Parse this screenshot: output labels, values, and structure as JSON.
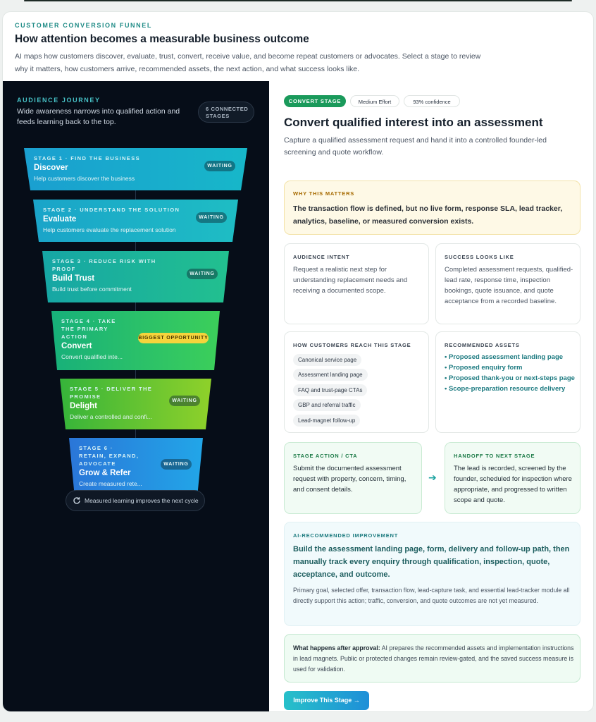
{
  "header": {
    "eyebrow": "CUSTOMER CONVERSION FUNNEL",
    "title": "How attention becomes a measurable business outcome",
    "description": "AI maps how customers discover, evaluate, trust, convert, receive value, and become repeat customers or advocates. Select a stage to review why it matters, how customers arrive, recommended assets, the next action, and what success looks like."
  },
  "journey": {
    "eyebrow": "AUDIENCE JOURNEY",
    "description": "Wide awareness narrows into qualified action and feeds learning back to the top.",
    "connected_pill": "6 CONNECTED STAGES",
    "stages": [
      {
        "label": "STAGE 1 · FIND THE BUSINESS",
        "name": "Discover",
        "sub": "Help customers discover the business",
        "badge": "WAITING",
        "color_from": "#1a9fd0",
        "color_to": "#17b7c9"
      },
      {
        "label": "STAGE 2 · UNDERSTAND THE SOLUTION",
        "name": "Evaluate",
        "sub": "Help customers evaluate the replacement solution",
        "badge": "WAITING",
        "color_from": "#1aa4c9",
        "color_to": "#1ebdc4"
      },
      {
        "label": "STAGE 3 · REDUCE RISK WITH PROOF",
        "name": "Build Trust",
        "sub": "Build trust before commitment",
        "badge": "WAITING",
        "color_from": "#16a6a5",
        "color_to": "#22c08f"
      },
      {
        "label": "STAGE 4 · TAKE THE PRIMARY ACTION",
        "name": "Convert",
        "sub": "Convert qualified inte...",
        "badge": "BIGGEST OPPORTUNITY",
        "color_from": "#17b07a",
        "color_to": "#3ccf5a"
      },
      {
        "label": "STAGE 5 · DELIVER THE PROMISE",
        "name": "Delight",
        "sub": "Deliver a controlled and confi...",
        "badge": "WAITING",
        "color_from": "#36b43a",
        "color_to": "#8fd12a"
      },
      {
        "label": "STAGE 6 · RETAIN, EXPAND, ADVOCATE",
        "name": "Grow & Refer",
        "sub": "Create measured rete...",
        "badge": "WAITING",
        "color_from": "#2a76d8",
        "color_to": "#22a6e8"
      }
    ],
    "cycle_label": "Measured learning improves the next cycle"
  },
  "detail": {
    "stage_tag": "CONVERT STAGE",
    "effort_tag": "Medium Effort",
    "confidence_tag": "93% confidence",
    "title": "Convert qualified interest into an assessment",
    "description": "Capture a qualified assessment request and hand it into a controlled founder-led screening and quote workflow.",
    "why": {
      "heading": "WHY THIS MATTERS",
      "text": "The transaction flow is defined, but no live form, response SLA, lead tracker, analytics, baseline, or measured conversion exists."
    },
    "intent": {
      "heading": "AUDIENCE INTENT",
      "text": "Request a realistic next step for understanding replacement needs and receiving a documented scope."
    },
    "success": {
      "heading": "SUCCESS LOOKS LIKE",
      "text": "Completed assessment requests, qualified-lead rate, response time, inspection bookings, quote issuance, and quote acceptance from a recorded baseline."
    },
    "reach": {
      "heading": "HOW CUSTOMERS REACH THIS STAGE",
      "chips": [
        "Canonical service page",
        "Assessment landing page",
        "FAQ and trust-page CTAs",
        "GBP and referral traffic",
        "Lead-magnet follow-up"
      ]
    },
    "assets": {
      "heading": "RECOMMENDED ASSETS",
      "items": [
        "Proposed assessment landing page",
        "Proposed enquiry form",
        "Proposed thank-you or next-steps page",
        "Scope-preparation resource delivery"
      ]
    },
    "action": {
      "heading": "STAGE ACTION / CTA",
      "text": "Submit the documented assessment request with property, concern, timing, and consent details."
    },
    "handoff": {
      "heading": "HANDOFF TO NEXT STAGE",
      "text": "The lead is recorded, screened by the founder, scheduled for inspection where appropriate, and progressed to written scope and quote."
    },
    "ai": {
      "heading": "AI-RECOMMENDED IMPROVEMENT",
      "main": "Build the assessment landing page, form, delivery and follow-up path, then manually track every enquiry through qualification, inspection, quote, acceptance, and outcome.",
      "text": "Primary goal, selected offer, transaction flow, lead-capture task, and essential lead-tracker module all directly support this action; traffic, conversion, and quote outcomes are not yet measured."
    },
    "after": {
      "lead": "What happens after approval:",
      "text": " AI prepares the recommended assets and implementation instructions in lead magnets. Public or protected changes remain review-gated, and the saved success measure is used for validation."
    },
    "cta": "Improve This Stage →"
  }
}
